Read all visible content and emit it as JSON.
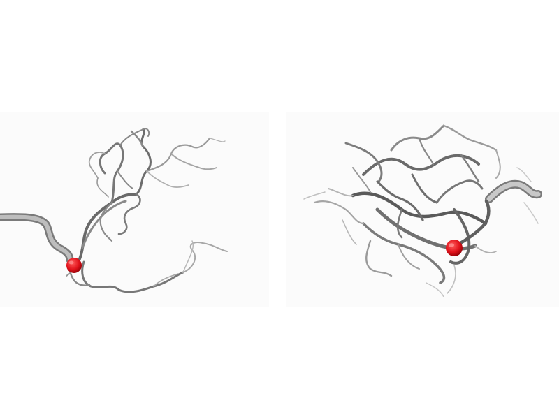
{
  "figure": {
    "panels": [
      {
        "view": "left",
        "content": "vessel-render-left",
        "marker": "aneurysm-marker"
      },
      {
        "view": "right",
        "content": "vessel-render-right",
        "marker": "aneurysm-marker"
      }
    ],
    "colors": {
      "background": "#ffffff",
      "panel": "#fbfbfb",
      "vessel": "#8c8c8c",
      "vessel_dark": "#4d4d4d",
      "vessel_light": "#c8c8c8",
      "marker": "#e0121b"
    }
  }
}
